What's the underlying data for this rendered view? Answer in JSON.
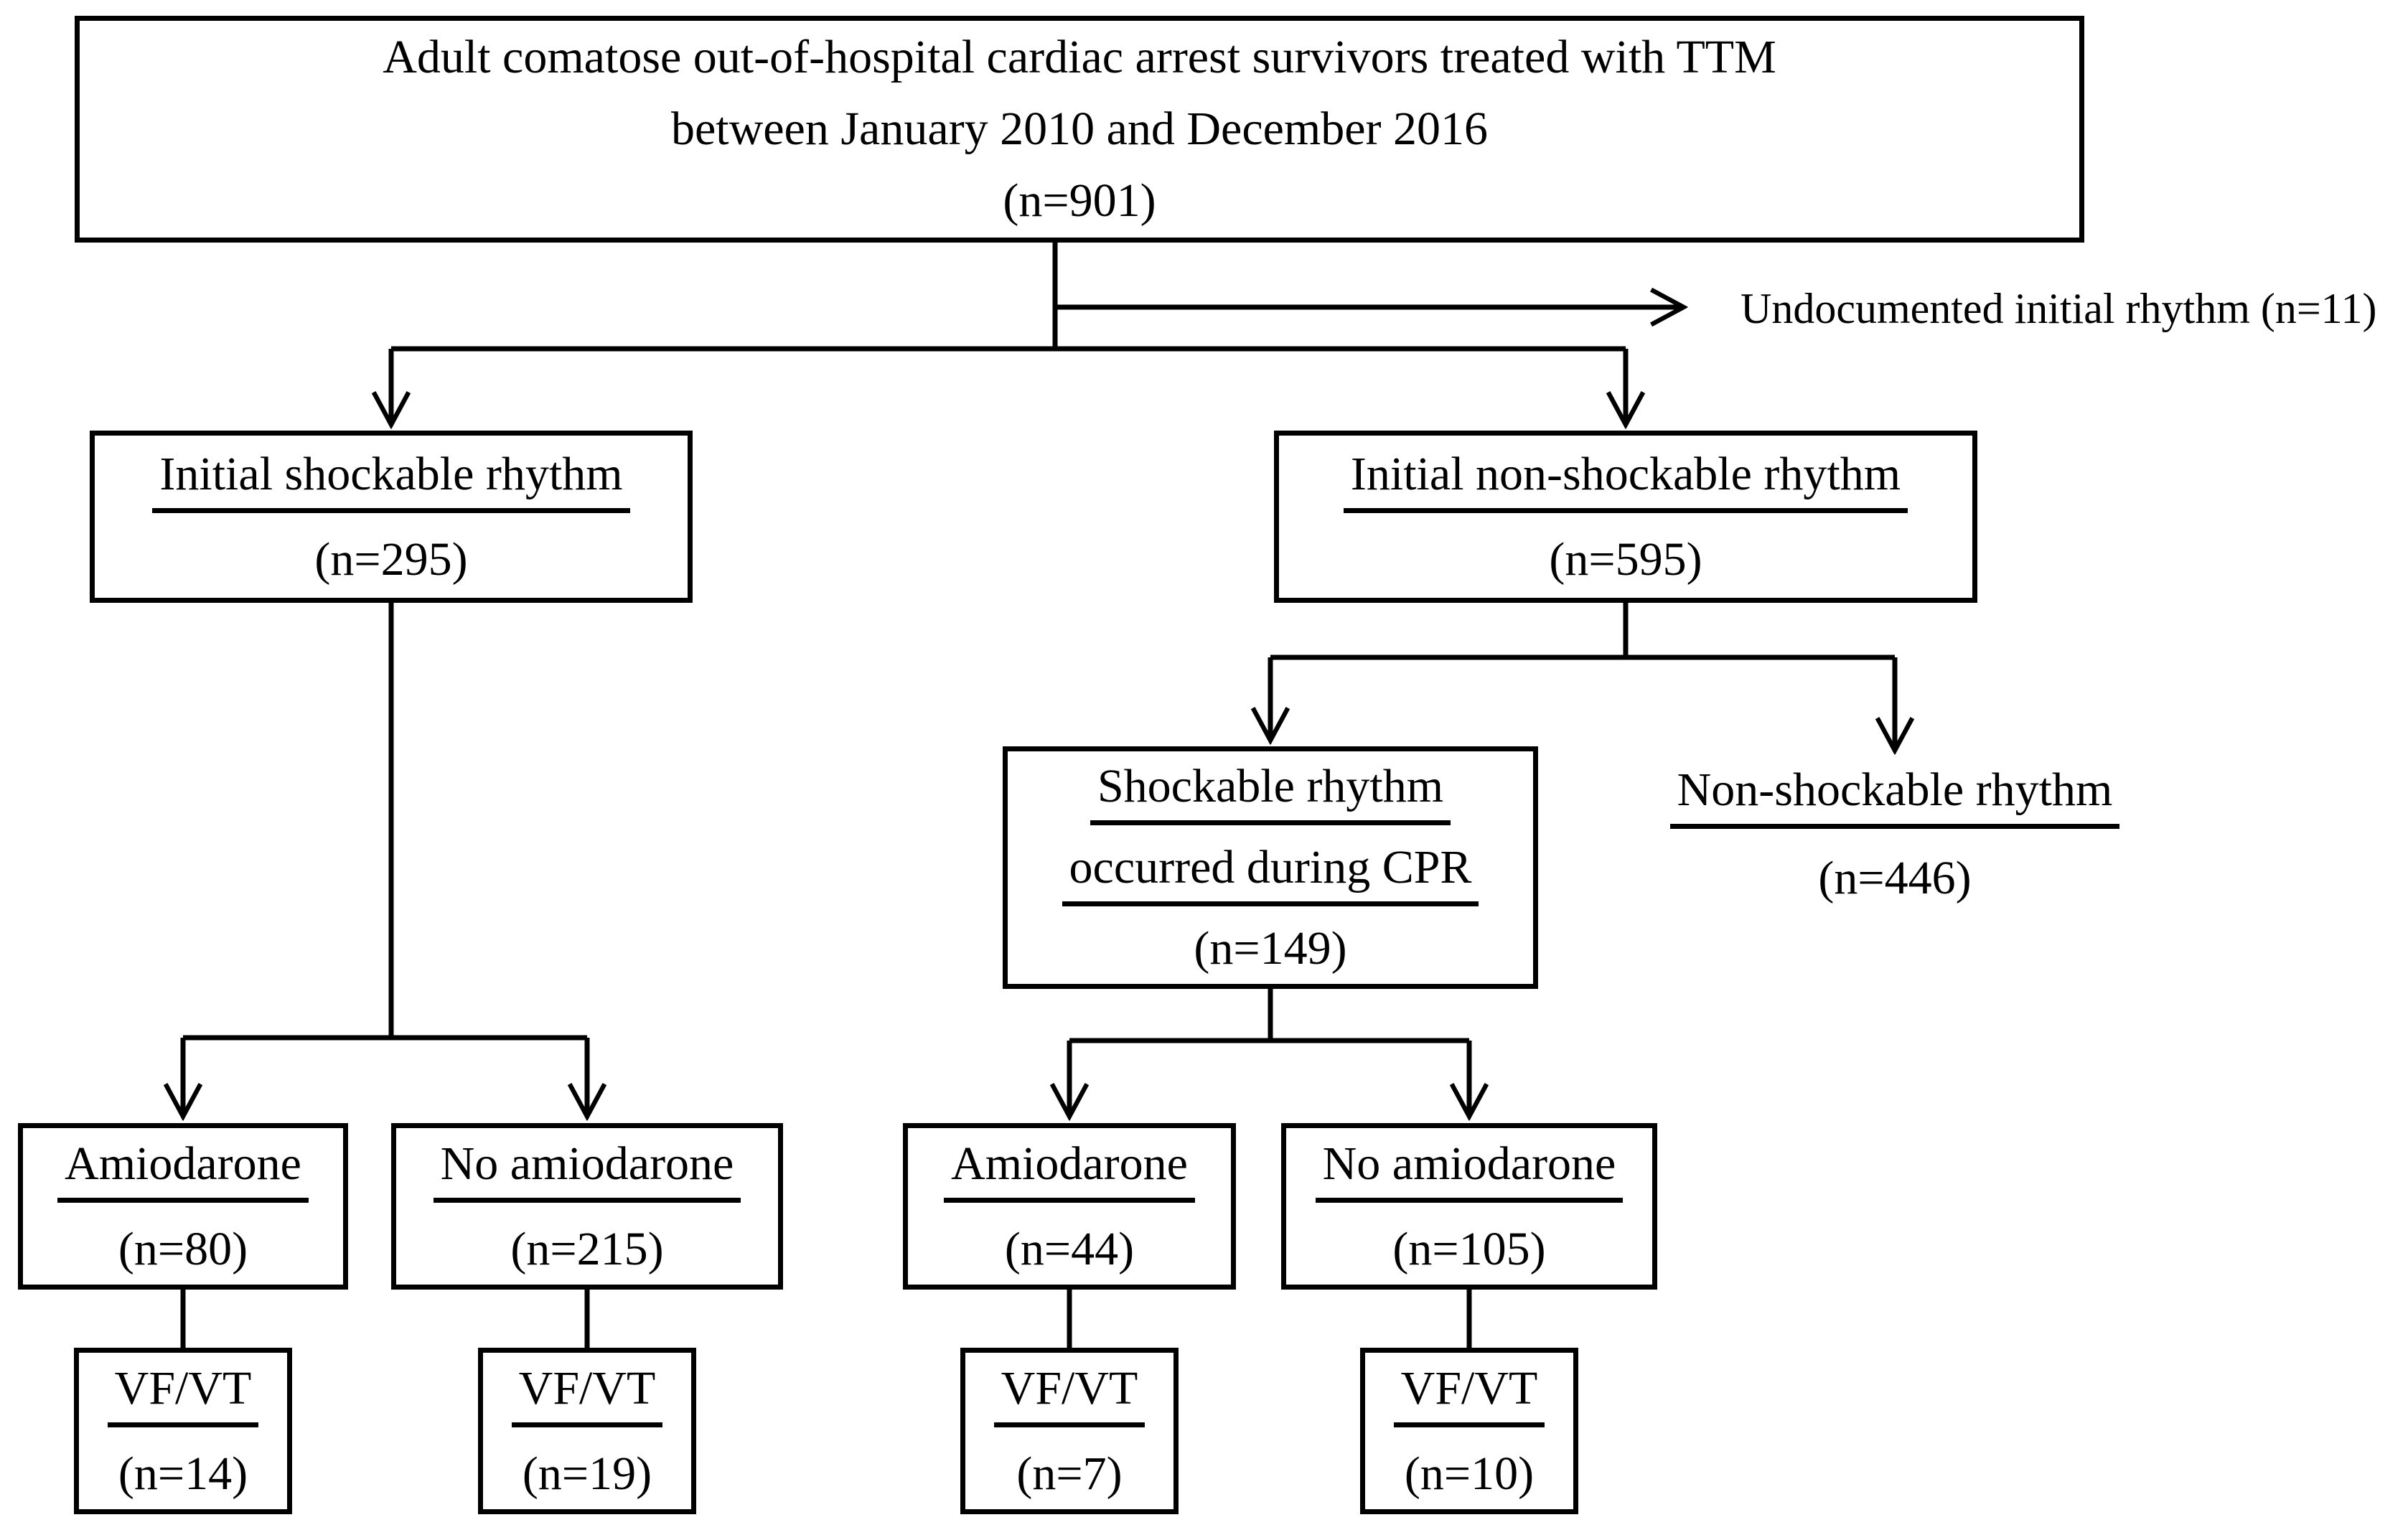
{
  "colors": {
    "line": "#000000",
    "text": "#000000",
    "background": "#ffffff"
  },
  "root_box": {
    "line1": "Adult comatose out-of-hospital cardiac arrest survivors treated with TTM",
    "line2": "between January 2010 and December 2016",
    "n": "(n=901)"
  },
  "exclusion": {
    "label": "Undocumented initial rhythm (n=11)"
  },
  "initial_shockable": {
    "title": "Initial shockable rhythm",
    "n": "(n=295)"
  },
  "initial_non_shockable": {
    "title": "Initial non-shockable rhythm",
    "n": "(n=595)"
  },
  "shockable_during_cpr": {
    "line1": "Shockable rhythm",
    "line2": "occurred during CPR",
    "n": "(n=149)"
  },
  "non_shockable_rhythm": {
    "title": "Non-shockable rhythm",
    "n": "(n=446)"
  },
  "amiodarone_shockable": {
    "title": "Amiodarone",
    "n": "(n=80)"
  },
  "no_amiodarone_shockable": {
    "title": "No amiodarone",
    "n": "(n=215)"
  },
  "amiodarone_cpr": {
    "title": "Amiodarone",
    "n": "(n=44)"
  },
  "no_amiodarone_cpr": {
    "title": "No amiodarone",
    "n": "(n=105)"
  },
  "vfvt_amiodarone_shockable": {
    "title": "VF/VT",
    "n": "(n=14)"
  },
  "vfvt_no_amiodarone_shockable": {
    "title": "VF/VT",
    "n": "(n=19)"
  },
  "vfvt_amiodarone_cpr": {
    "title": "VF/VT",
    "n": "(n=7)"
  },
  "vfvt_no_amiodarone_cpr": {
    "title": "VF/VT",
    "n": "(n=10)"
  }
}
